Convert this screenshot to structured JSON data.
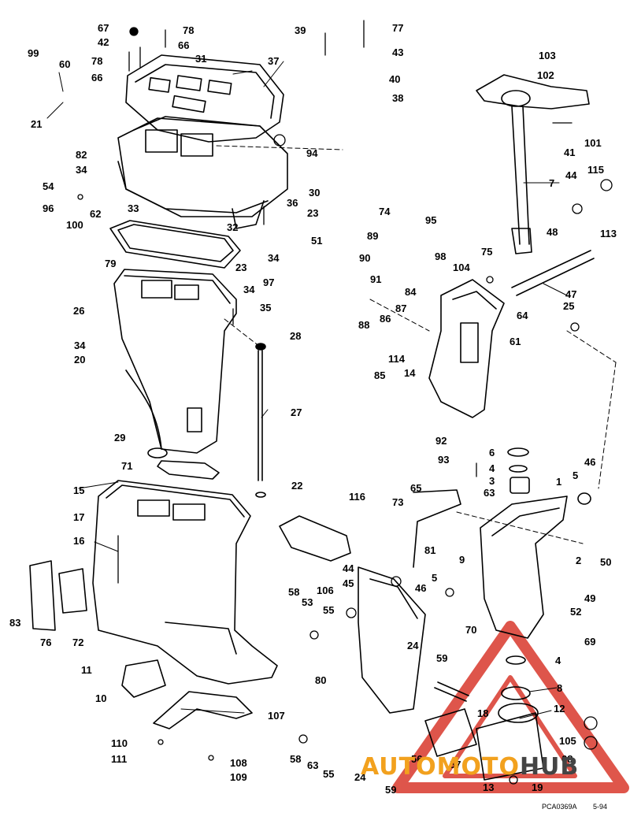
{
  "figure_code": "PCA0369A",
  "revision_code": "5-94",
  "watermark": {
    "part1": "AUTOMOTO",
    "part2": "HUB"
  },
  "colors": {
    "ink": "#000000",
    "watermark_red": "#d9382c",
    "watermark_orange": "#f2a11e"
  },
  "callouts": [
    {
      "id": "67a",
      "text": "67"
    },
    {
      "id": "42",
      "text": "42"
    },
    {
      "id": "78a",
      "text": "78"
    },
    {
      "id": "66a",
      "text": "66"
    },
    {
      "id": "78b",
      "text": "78"
    },
    {
      "id": "66b",
      "text": "66"
    },
    {
      "id": "31",
      "text": "31"
    },
    {
      "id": "37",
      "text": "37"
    },
    {
      "id": "99",
      "text": "99"
    },
    {
      "id": "60",
      "text": "60"
    },
    {
      "id": "21",
      "text": "21"
    },
    {
      "id": "82",
      "text": "82"
    },
    {
      "id": "34a",
      "text": "34"
    },
    {
      "id": "54",
      "text": "54"
    },
    {
      "id": "96",
      "text": "96"
    },
    {
      "id": "62",
      "text": "62"
    },
    {
      "id": "33",
      "text": "33"
    },
    {
      "id": "100",
      "text": "100"
    },
    {
      "id": "79",
      "text": "79"
    },
    {
      "id": "26",
      "text": "26"
    },
    {
      "id": "34b",
      "text": "34"
    },
    {
      "id": "20",
      "text": "20"
    },
    {
      "id": "39",
      "text": "39"
    },
    {
      "id": "77",
      "text": "77"
    },
    {
      "id": "43",
      "text": "43"
    },
    {
      "id": "40",
      "text": "40"
    },
    {
      "id": "38",
      "text": "38"
    },
    {
      "id": "94",
      "text": "94"
    },
    {
      "id": "30",
      "text": "30"
    },
    {
      "id": "36",
      "text": "36"
    },
    {
      "id": "23a",
      "text": "23"
    },
    {
      "id": "32",
      "text": "32"
    },
    {
      "id": "51",
      "text": "51"
    },
    {
      "id": "23b",
      "text": "23"
    },
    {
      "id": "34c",
      "text": "34"
    },
    {
      "id": "97",
      "text": "97"
    },
    {
      "id": "34d",
      "text": "34"
    },
    {
      "id": "35",
      "text": "35"
    },
    {
      "id": "28",
      "text": "28"
    },
    {
      "id": "27",
      "text": "27"
    },
    {
      "id": "29",
      "text": "29"
    },
    {
      "id": "71",
      "text": "71"
    },
    {
      "id": "22",
      "text": "22"
    },
    {
      "id": "103",
      "text": "103"
    },
    {
      "id": "102",
      "text": "102"
    },
    {
      "id": "101",
      "text": "101"
    },
    {
      "id": "41",
      "text": "41"
    },
    {
      "id": "7",
      "text": "7"
    },
    {
      "id": "44a",
      "text": "44"
    },
    {
      "id": "115",
      "text": "115"
    },
    {
      "id": "113",
      "text": "113"
    },
    {
      "id": "48",
      "text": "48"
    },
    {
      "id": "74",
      "text": "74"
    },
    {
      "id": "95",
      "text": "95"
    },
    {
      "id": "89",
      "text": "89"
    },
    {
      "id": "90",
      "text": "90"
    },
    {
      "id": "98",
      "text": "98"
    },
    {
      "id": "91",
      "text": "91"
    },
    {
      "id": "75",
      "text": "75"
    },
    {
      "id": "104",
      "text": "104"
    },
    {
      "id": "84",
      "text": "84"
    },
    {
      "id": "87",
      "text": "87"
    },
    {
      "id": "86",
      "text": "86"
    },
    {
      "id": "88",
      "text": "88"
    },
    {
      "id": "114",
      "text": "114"
    },
    {
      "id": "85",
      "text": "85"
    },
    {
      "id": "14",
      "text": "14"
    },
    {
      "id": "64",
      "text": "64"
    },
    {
      "id": "47",
      "text": "47"
    },
    {
      "id": "25",
      "text": "25"
    },
    {
      "id": "61",
      "text": "61"
    },
    {
      "id": "92",
      "text": "92"
    },
    {
      "id": "93",
      "text": "93"
    },
    {
      "id": "6",
      "text": "6"
    },
    {
      "id": "4a",
      "text": "4"
    },
    {
      "id": "3",
      "text": "3"
    },
    {
      "id": "46a",
      "text": "46"
    },
    {
      "id": "5a",
      "text": "5"
    },
    {
      "id": "1",
      "text": "1"
    },
    {
      "id": "15",
      "text": "15"
    },
    {
      "id": "116",
      "text": "116"
    },
    {
      "id": "17",
      "text": "17"
    },
    {
      "id": "16",
      "text": "16"
    },
    {
      "id": "73",
      "text": "73"
    },
    {
      "id": "65",
      "text": "65"
    },
    {
      "id": "63a",
      "text": "63"
    },
    {
      "id": "81",
      "text": "81"
    },
    {
      "id": "9",
      "text": "9"
    },
    {
      "id": "2",
      "text": "2"
    },
    {
      "id": "50",
      "text": "50"
    },
    {
      "id": "83",
      "text": "83"
    },
    {
      "id": "76",
      "text": "76"
    },
    {
      "id": "72",
      "text": "72"
    },
    {
      "id": "44b",
      "text": "44"
    },
    {
      "id": "45",
      "text": "45"
    },
    {
      "id": "58a",
      "text": "58"
    },
    {
      "id": "106",
      "text": "106"
    },
    {
      "id": "53",
      "text": "53"
    },
    {
      "id": "55a",
      "text": "55"
    },
    {
      "id": "46b",
      "text": "46"
    },
    {
      "id": "5b",
      "text": "5"
    },
    {
      "id": "49",
      "text": "49"
    },
    {
      "id": "52",
      "text": "52"
    },
    {
      "id": "70",
      "text": "70"
    },
    {
      "id": "69",
      "text": "69"
    },
    {
      "id": "24a",
      "text": "24"
    },
    {
      "id": "4b",
      "text": "4"
    },
    {
      "id": "11",
      "text": "11"
    },
    {
      "id": "80",
      "text": "80"
    },
    {
      "id": "59a",
      "text": "59"
    },
    {
      "id": "8",
      "text": "8"
    },
    {
      "id": "10",
      "text": "10"
    },
    {
      "id": "107",
      "text": "107"
    },
    {
      "id": "18",
      "text": "18"
    },
    {
      "id": "12",
      "text": "12"
    },
    {
      "id": "110",
      "text": "110"
    },
    {
      "id": "111",
      "text": "111"
    },
    {
      "id": "105",
      "text": "105"
    },
    {
      "id": "58b",
      "text": "58"
    },
    {
      "id": "63b",
      "text": "63"
    },
    {
      "id": "55b",
      "text": "55"
    },
    {
      "id": "56",
      "text": "56"
    },
    {
      "id": "57",
      "text": "57"
    },
    {
      "id": "68",
      "text": "68"
    },
    {
      "id": "108",
      "text": "108"
    },
    {
      "id": "109",
      "text": "109"
    },
    {
      "id": "24b",
      "text": "24"
    },
    {
      "id": "59b",
      "text": "59"
    },
    {
      "id": "13",
      "text": "13"
    },
    {
      "id": "19",
      "text": "19"
    }
  ]
}
